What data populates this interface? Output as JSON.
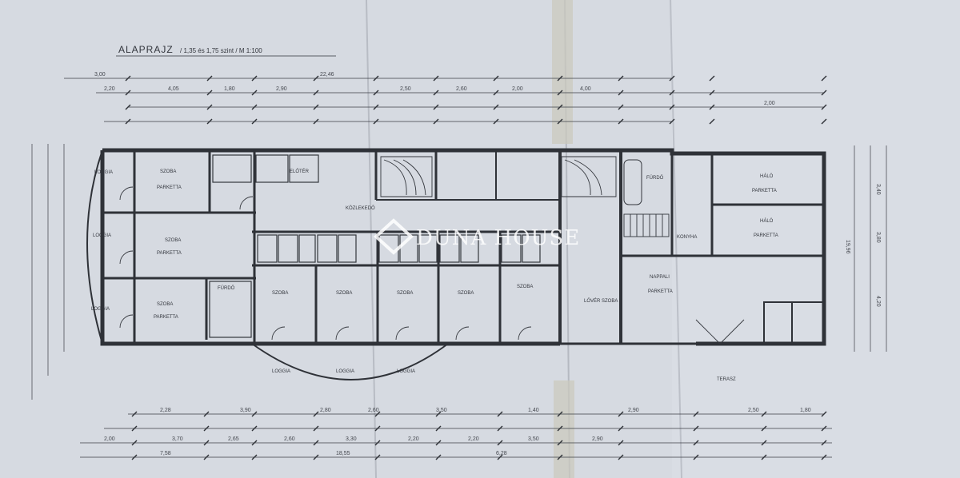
{
  "plan": {
    "title": "ALAPRAJZ",
    "subtitle": "/ 1,35 és 1,75 szint / M 1:100",
    "watermark": "DUNA HOUSE",
    "colors": {
      "paper": "#d7dbe2",
      "ink": "#30333a",
      "tape": "#c9c6b7"
    },
    "rooms": [
      {
        "id": "loggia-1",
        "label": "LOGGIA"
      },
      {
        "id": "loggia-2",
        "label": "LOGGIA"
      },
      {
        "id": "loggia-3",
        "label": "LOGGIA"
      },
      {
        "id": "szoba-1",
        "label": "SZOBA",
        "note": "PARKETTA"
      },
      {
        "id": "szoba-2",
        "label": "SZOBA",
        "note": "PARKETTA"
      },
      {
        "id": "szoba-3",
        "label": "SZOBA",
        "note": "PARKETTA"
      },
      {
        "id": "furdo-1",
        "label": "FÜRDŐ"
      },
      {
        "id": "eloter",
        "label": "ELŐTÉR"
      },
      {
        "id": "kozlekedo",
        "label": "KÖZLEKEDŐ"
      },
      {
        "id": "szoba-4",
        "label": "SZOBA"
      },
      {
        "id": "szoba-5",
        "label": "SZOBA"
      },
      {
        "id": "szoba-6",
        "label": "SZOBA"
      },
      {
        "id": "szoba-7",
        "label": "SZOBA"
      },
      {
        "id": "szoba-8",
        "label": "SZOBA"
      },
      {
        "id": "loggia-4",
        "label": "LOGGIA"
      },
      {
        "id": "loggia-5",
        "label": "LOGGIA"
      },
      {
        "id": "loggia-6",
        "label": "LOGGIA"
      },
      {
        "id": "lovo-szoba",
        "label": "LŐVÉR SZOBA"
      },
      {
        "id": "nappali",
        "label": "NAPPALI",
        "note": "PARKETTA"
      },
      {
        "id": "haloszoba-1",
        "label": "HÁLÓ",
        "note": "PARKETTA"
      },
      {
        "id": "haloszoba-2",
        "label": "HÁLÓ",
        "note": "PARKETTA"
      },
      {
        "id": "konyha",
        "label": "KONYHA"
      },
      {
        "id": "furdo-2",
        "label": "FÜRDŐ"
      },
      {
        "id": "terasz",
        "label": "TERASZ"
      }
    ],
    "dims": {
      "top1": [
        "3,00",
        "22,46",
        "4,00"
      ],
      "top2": [
        "2,20",
        "4,05",
        "1,80",
        "2,90",
        "2,50",
        "2,60",
        "2,00",
        "2,00"
      ],
      "bottom1": [
        "2,28",
        "3,90",
        "2,80",
        "2,60",
        "3,50",
        "1,40",
        "2,90",
        "2,50",
        "1,80"
      ],
      "bottom2": [
        "2,00",
        "3,70",
        "2,65",
        "2,60",
        "3,30",
        "2,20",
        "2,20",
        "3,50",
        "2,90"
      ],
      "bottom_total": [
        "7,58",
        "18,55",
        "6,28"
      ],
      "right": [
        "3,40",
        "3,80",
        "4,20",
        "19,96"
      ]
    }
  }
}
